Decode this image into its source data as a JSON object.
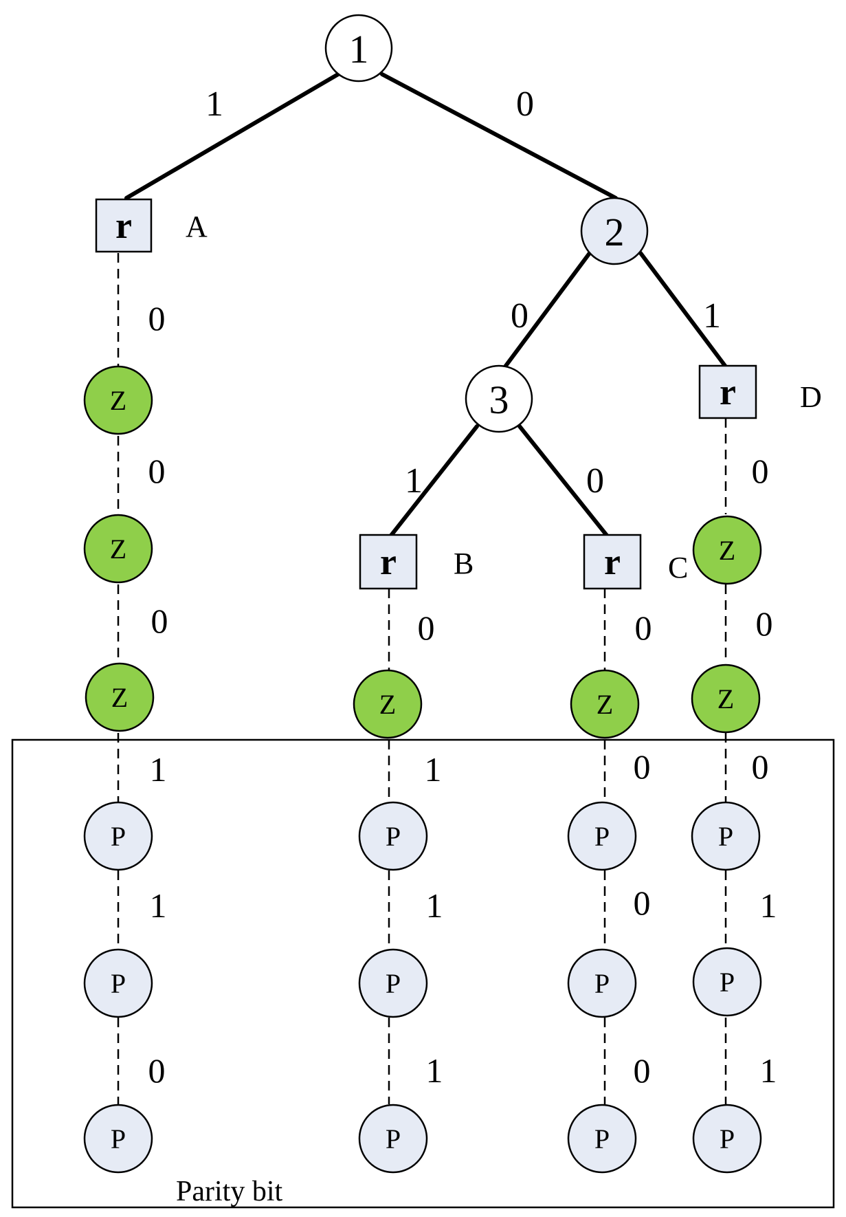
{
  "colors": {
    "stroke": "#000000",
    "root_fill": "#ffffff",
    "split_fill": "#e6ebf5",
    "leaf_fill": "#e6ebf5",
    "zero_fill": "#8fcf4a",
    "parity_fill": "#e6ebf5"
  },
  "nodes": {
    "n1": "1",
    "n2": "2",
    "n3": "3",
    "ra": "r",
    "rb": "r",
    "rc": "r",
    "rd": "r",
    "z_symbol": "Z",
    "p_symbol": "P"
  },
  "node_names": {
    "a": "A",
    "b": "B",
    "c": "C",
    "d": "D"
  },
  "edges": {
    "n1_ra": "1",
    "n1_n2": "0",
    "n2_n3": "0",
    "n2_rd": "1",
    "n3_rb": "1",
    "n3_rc": "0"
  },
  "chains": {
    "a": {
      "zeros": [
        "0",
        "0",
        "0"
      ],
      "parity": [
        "1",
        "1",
        "0"
      ]
    },
    "b": {
      "zeros": [
        "0"
      ],
      "parity": [
        "1",
        "1",
        "1"
      ]
    },
    "c": {
      "zeros": [
        "0"
      ],
      "parity": [
        "0",
        "0",
        "0"
      ]
    },
    "d": {
      "zeros": [
        "0",
        "0"
      ],
      "parity": [
        "0",
        "1",
        "1"
      ]
    }
  },
  "parity_box_label": "Parity bit"
}
